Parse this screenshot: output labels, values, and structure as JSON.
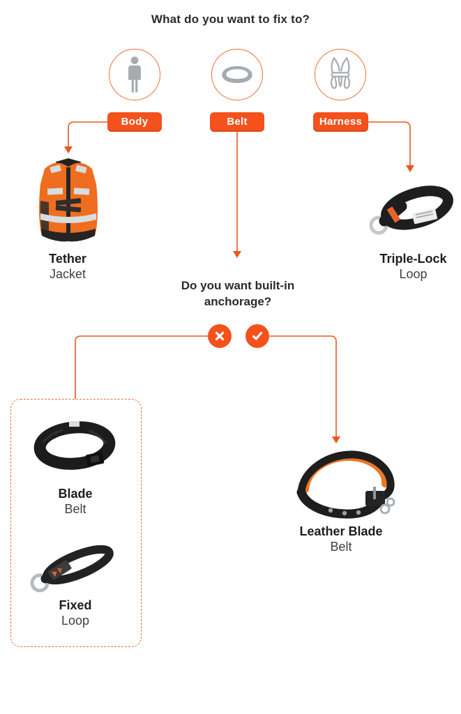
{
  "questions": {
    "root": "What do you want to fix to?",
    "secondary": "Do you want built-in anchorage?"
  },
  "options": [
    {
      "label": "Body",
      "icon": "person-icon"
    },
    {
      "label": "Belt",
      "icon": "belt-icon"
    },
    {
      "label": "Harness",
      "icon": "harness-icon"
    }
  ],
  "branches": {
    "no_symbol": "cross",
    "yes_symbol": "check"
  },
  "products": {
    "tether_jacket": {
      "name": "Tether",
      "type": "Jacket"
    },
    "triple_lock_loop": {
      "name": "Triple-Lock",
      "type": "Loop"
    },
    "blade_belt": {
      "name": "Blade",
      "type": "Belt"
    },
    "fixed_loop": {
      "name": "Fixed",
      "type": "Loop"
    },
    "leather_blade_belt": {
      "name": "Leather Blade",
      "type": "Belt"
    }
  },
  "colors": {
    "accent_orange": "#F4511C",
    "connector_orange": "#E8581F",
    "circle_border_orange": "#ED6C30",
    "icon_gray": "#A6ABB0",
    "text_dark": "#2B2A2A",
    "text_secondary": "#3F3F3F",
    "background": "#FFFFFF"
  }
}
